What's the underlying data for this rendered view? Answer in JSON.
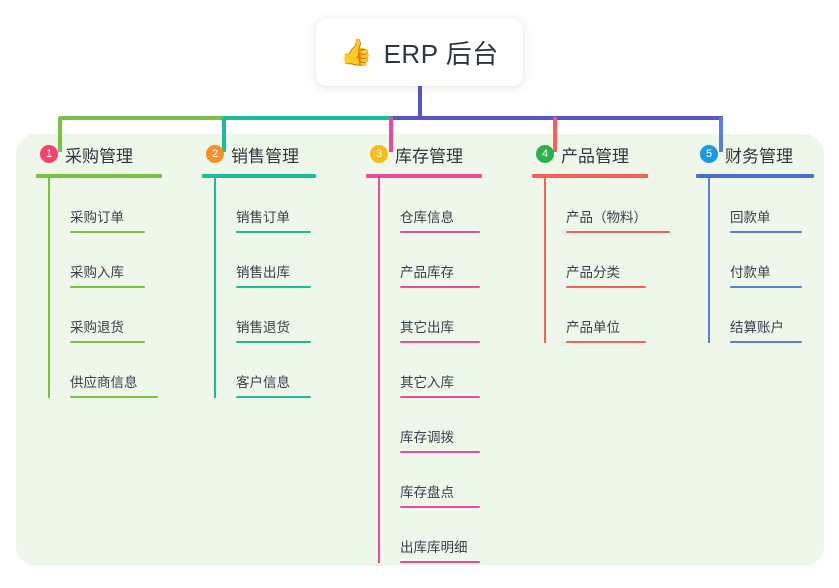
{
  "root": {
    "icon": "thumbs-up-icon",
    "emoji": "👍",
    "title": "ERP 后台"
  },
  "palette": {
    "panel_bg": "#eef7e9",
    "canvas_bg": "#ffffff",
    "text": "#2f3640",
    "green": "#7ac143",
    "teal": "#1abc9c",
    "pink": "#ea4c9b",
    "red": "#f5605d",
    "blue": "#5b7fd4",
    "root_stem": "#5755c4"
  },
  "columns": [
    {
      "index": "1",
      "title": "采购管理",
      "color": "#7ac143",
      "rule_color": "#7ac143",
      "badge_color": "#f4436c",
      "items": [
        {
          "label": "采购订单"
        },
        {
          "label": "采购入库"
        },
        {
          "label": "采购退货"
        },
        {
          "label": "供应商信息"
        }
      ]
    },
    {
      "index": "2",
      "title": "销售管理",
      "color": "#1abc9c",
      "rule_color": "#1abc9c",
      "badge_color": "#f5902b",
      "items": [
        {
          "label": "销售订单"
        },
        {
          "label": "销售出库"
        },
        {
          "label": "销售退货"
        },
        {
          "label": "客户信息"
        }
      ]
    },
    {
      "index": "3",
      "title": "库存管理",
      "color": "#ea4c9b",
      "rule_color": "#ea4c9b",
      "badge_color": "#f9bc17",
      "items": [
        {
          "label": "仓库信息"
        },
        {
          "label": "产品库存"
        },
        {
          "label": "其它出库"
        },
        {
          "label": "其它入库"
        },
        {
          "label": "库存调拨"
        },
        {
          "label": "库存盘点"
        },
        {
          "label": "出库库明细"
        }
      ]
    },
    {
      "index": "4",
      "title": "产品管理",
      "color": "#f5605d",
      "rule_color": "#f5605d",
      "badge_color": "#2bb24c",
      "items": [
        {
          "label": "产品（物料）"
        },
        {
          "label": "产品分类"
        },
        {
          "label": "产品单位"
        }
      ]
    },
    {
      "index": "5",
      "title": "财务管理",
      "color": "#5b7fd4",
      "rule_color": "#4a6fd0",
      "badge_color": "#1b9ae0",
      "items": [
        {
          "label": "回款单"
        },
        {
          "label": "付款单"
        },
        {
          "label": "结算账户"
        }
      ]
    }
  ]
}
